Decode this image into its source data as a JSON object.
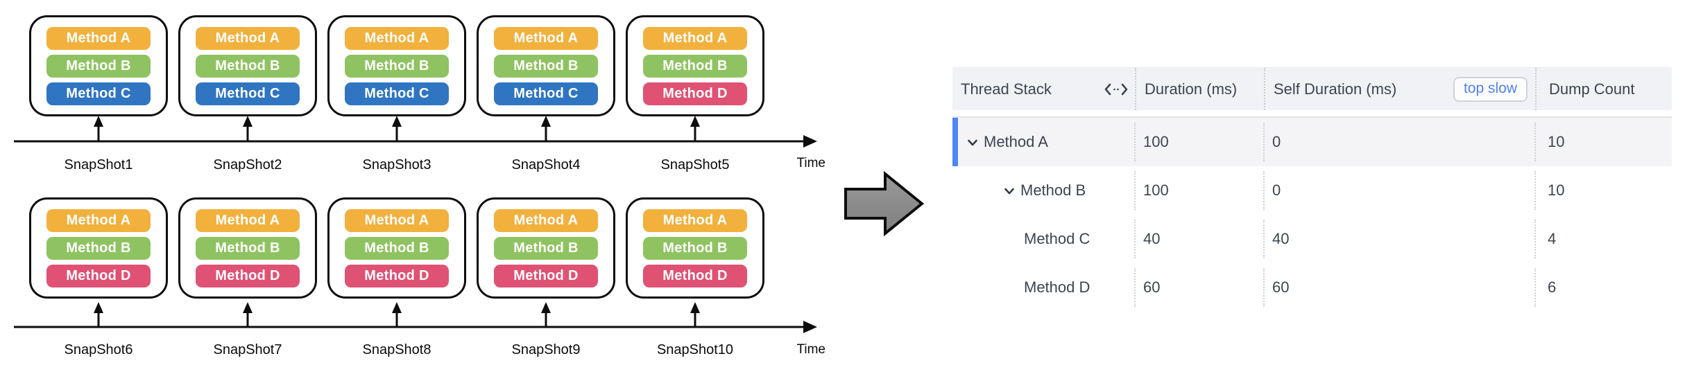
{
  "colors": {
    "method_a": "#F2B13D",
    "method_b": "#8FC362",
    "method_c": "#2F75C1",
    "method_d": "#DF5273",
    "selected_row_bar": "#4C86F7",
    "selected_row_bg": "#F4F4F6",
    "header_bg": "#F1F2F6",
    "top_slow_text": "#5380F2",
    "flow_arrow_fill": "#8C8C8C"
  },
  "diagram": {
    "timelines": [
      {
        "time_label": "Time",
        "snapshots": [
          {
            "label": "SnapShot1",
            "methods": [
              "Method A",
              "Method B",
              "Method C"
            ]
          },
          {
            "label": "SnapShot2",
            "methods": [
              "Method A",
              "Method B",
              "Method C"
            ]
          },
          {
            "label": "SnapShot3",
            "methods": [
              "Method A",
              "Method B",
              "Method C"
            ]
          },
          {
            "label": "SnapShot4",
            "methods": [
              "Method A",
              "Method B",
              "Method C"
            ]
          },
          {
            "label": "SnapShot5",
            "methods": [
              "Method A",
              "Method B",
              "Method D"
            ]
          }
        ]
      },
      {
        "time_label": "Time",
        "snapshots": [
          {
            "label": "SnapShot6",
            "methods": [
              "Method A",
              "Method B",
              "Method D"
            ]
          },
          {
            "label": "SnapShot7",
            "methods": [
              "Method A",
              "Method B",
              "Method D"
            ]
          },
          {
            "label": "SnapShot8",
            "methods": [
              "Method A",
              "Method B",
              "Method D"
            ]
          },
          {
            "label": "SnapShot9",
            "methods": [
              "Method A",
              "Method B",
              "Method D"
            ]
          },
          {
            "label": "SnapShot10",
            "methods": [
              "Method A",
              "Method B",
              "Method D"
            ]
          }
        ]
      }
    ]
  },
  "table": {
    "header": {
      "thread_stack": "Thread Stack",
      "duration": "Duration (ms)",
      "self_duration": "Self Duration (ms)",
      "top_slow_button": "top slow",
      "dump_count": "Dump Count"
    },
    "rows": [
      {
        "name": "Method A",
        "level": 1,
        "expanded": true,
        "duration": "100",
        "self_duration": "0",
        "dump_count": "10",
        "selected": true
      },
      {
        "name": "Method B",
        "level": 2,
        "expanded": true,
        "duration": "100",
        "self_duration": "0",
        "dump_count": "10",
        "selected": false
      },
      {
        "name": "Method C",
        "level": 3,
        "expanded": false,
        "duration": "40",
        "self_duration": "40",
        "dump_count": "4",
        "selected": false
      },
      {
        "name": "Method D",
        "level": 3,
        "expanded": false,
        "duration": "60",
        "self_duration": "60",
        "dump_count": "6",
        "selected": false
      }
    ]
  }
}
